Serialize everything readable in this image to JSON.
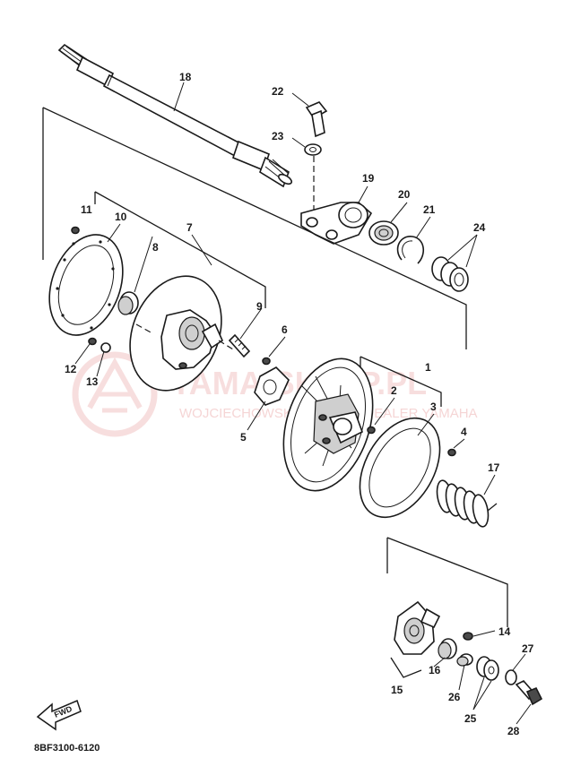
{
  "diagram": {
    "drawing_code": "8BF3100-6120",
    "direction_label": "FWD",
    "watermark": {
      "brand": "YAMA-SKLEP.PL",
      "owner": "WOJCIECHOWSKI SERWIS · DEALER YAMAHA",
      "logo": "yamaha-logo-watermark"
    },
    "callouts": [
      "1",
      "2",
      "3",
      "4",
      "5",
      "6",
      "7",
      "8",
      "9",
      "10",
      "11",
      "12",
      "13",
      "14",
      "15",
      "16",
      "17",
      "18",
      "19",
      "20",
      "21",
      "22",
      "23",
      "24",
      "25",
      "26",
      "27",
      "28"
    ],
    "colors": {
      "ink": "#1a1a1a",
      "watermark": "#f2c4c4"
    }
  }
}
